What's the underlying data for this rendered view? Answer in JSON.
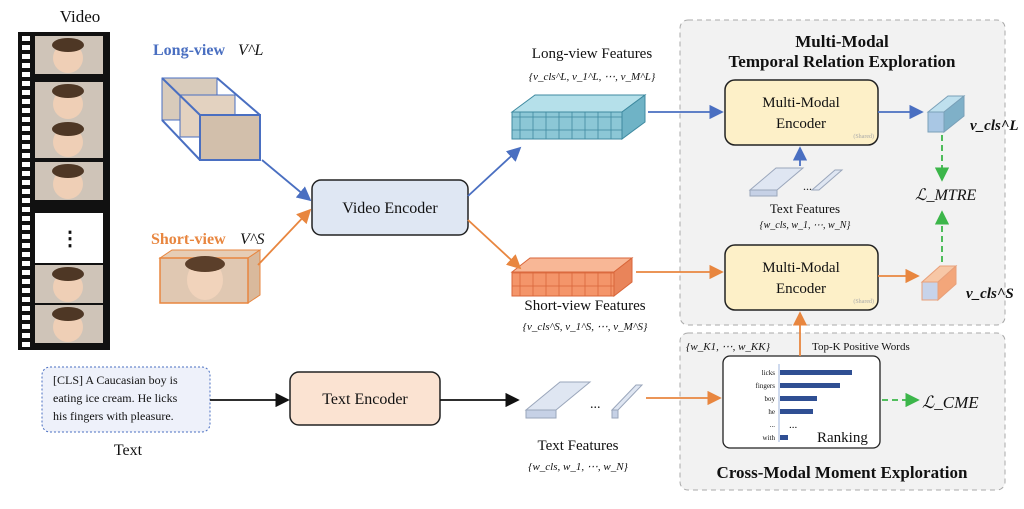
{
  "video": {
    "label": "Video",
    "dots": "⋮"
  },
  "long_view": {
    "label": "Long-view",
    "symbol": "V^L",
    "color": "#4a6fc1"
  },
  "short_view": {
    "label": "Short-view",
    "symbol": "V^S",
    "color": "#e8863f"
  },
  "video_encoder": {
    "label": "Video Encoder"
  },
  "text_input": {
    "caption": "[CLS] A Caucasian boy is eating ice cream. He licks his fingers with pleasure.",
    "lines": [
      "[CLS] A Caucasian boy is",
      "eating ice cream. He licks",
      "his fingers with pleasure."
    ],
    "label": "Text"
  },
  "text_encoder": {
    "label": "Text Encoder"
  },
  "long_features": {
    "label": "Long-view Features",
    "formula": "{v_cls^L, v_1^L, ⋯, v_M^L}"
  },
  "short_features": {
    "label": "Short-view Features",
    "formula": "{v_cls^S, v_1^S, ⋯, v_M^S}"
  },
  "text_features": {
    "label": "Text Features",
    "formula": "{w_cls, w_1, ⋯, w_N}",
    "dots": "..."
  },
  "mtre_panel": {
    "title_line1": "Multi-Modal",
    "title_line2": "Temporal Relation Exploration"
  },
  "mm_encoder": {
    "line1": "Multi-Modal",
    "line2": "Encoder",
    "tag": "(Shared)"
  },
  "mtre_text_features": {
    "label": "Text Features",
    "formula": "{w_cls, w_1, ⋯, w_N}",
    "dots": "..."
  },
  "v_cls_long": "v_cls^L",
  "v_cls_short": "v_cls^S",
  "loss_mtre": "ℒ_MTRE",
  "cme_panel": {
    "title": "Cross-Modal Moment Exploration",
    "topk_formula": "{w_K1, ⋯, w_KK}",
    "topk_label": "Top-K Positive Words"
  },
  "ranking": {
    "label": "Ranking",
    "bar_color": "#2f4f93",
    "items": [
      {
        "word": "licks",
        "value": 72
      },
      {
        "word": "fingers",
        "value": 60
      },
      {
        "word": "boy",
        "value": 37
      },
      {
        "word": "he",
        "value": 33
      },
      {
        "word": "...",
        "value": null
      },
      {
        "word": "with",
        "value": 8
      }
    ],
    "ellipsis": "..."
  },
  "loss_cme": "ℒ_CME",
  "colors": {
    "blue": "#4a6fc1",
    "orange": "#e8863f",
    "green": "#3cb64a",
    "encoder_fill": "#fdf0c8",
    "video_encoder_fill": "#dfe7f3",
    "text_encoder_fill": "#fbe3d2",
    "panel_fill": "#f2f2f2"
  }
}
